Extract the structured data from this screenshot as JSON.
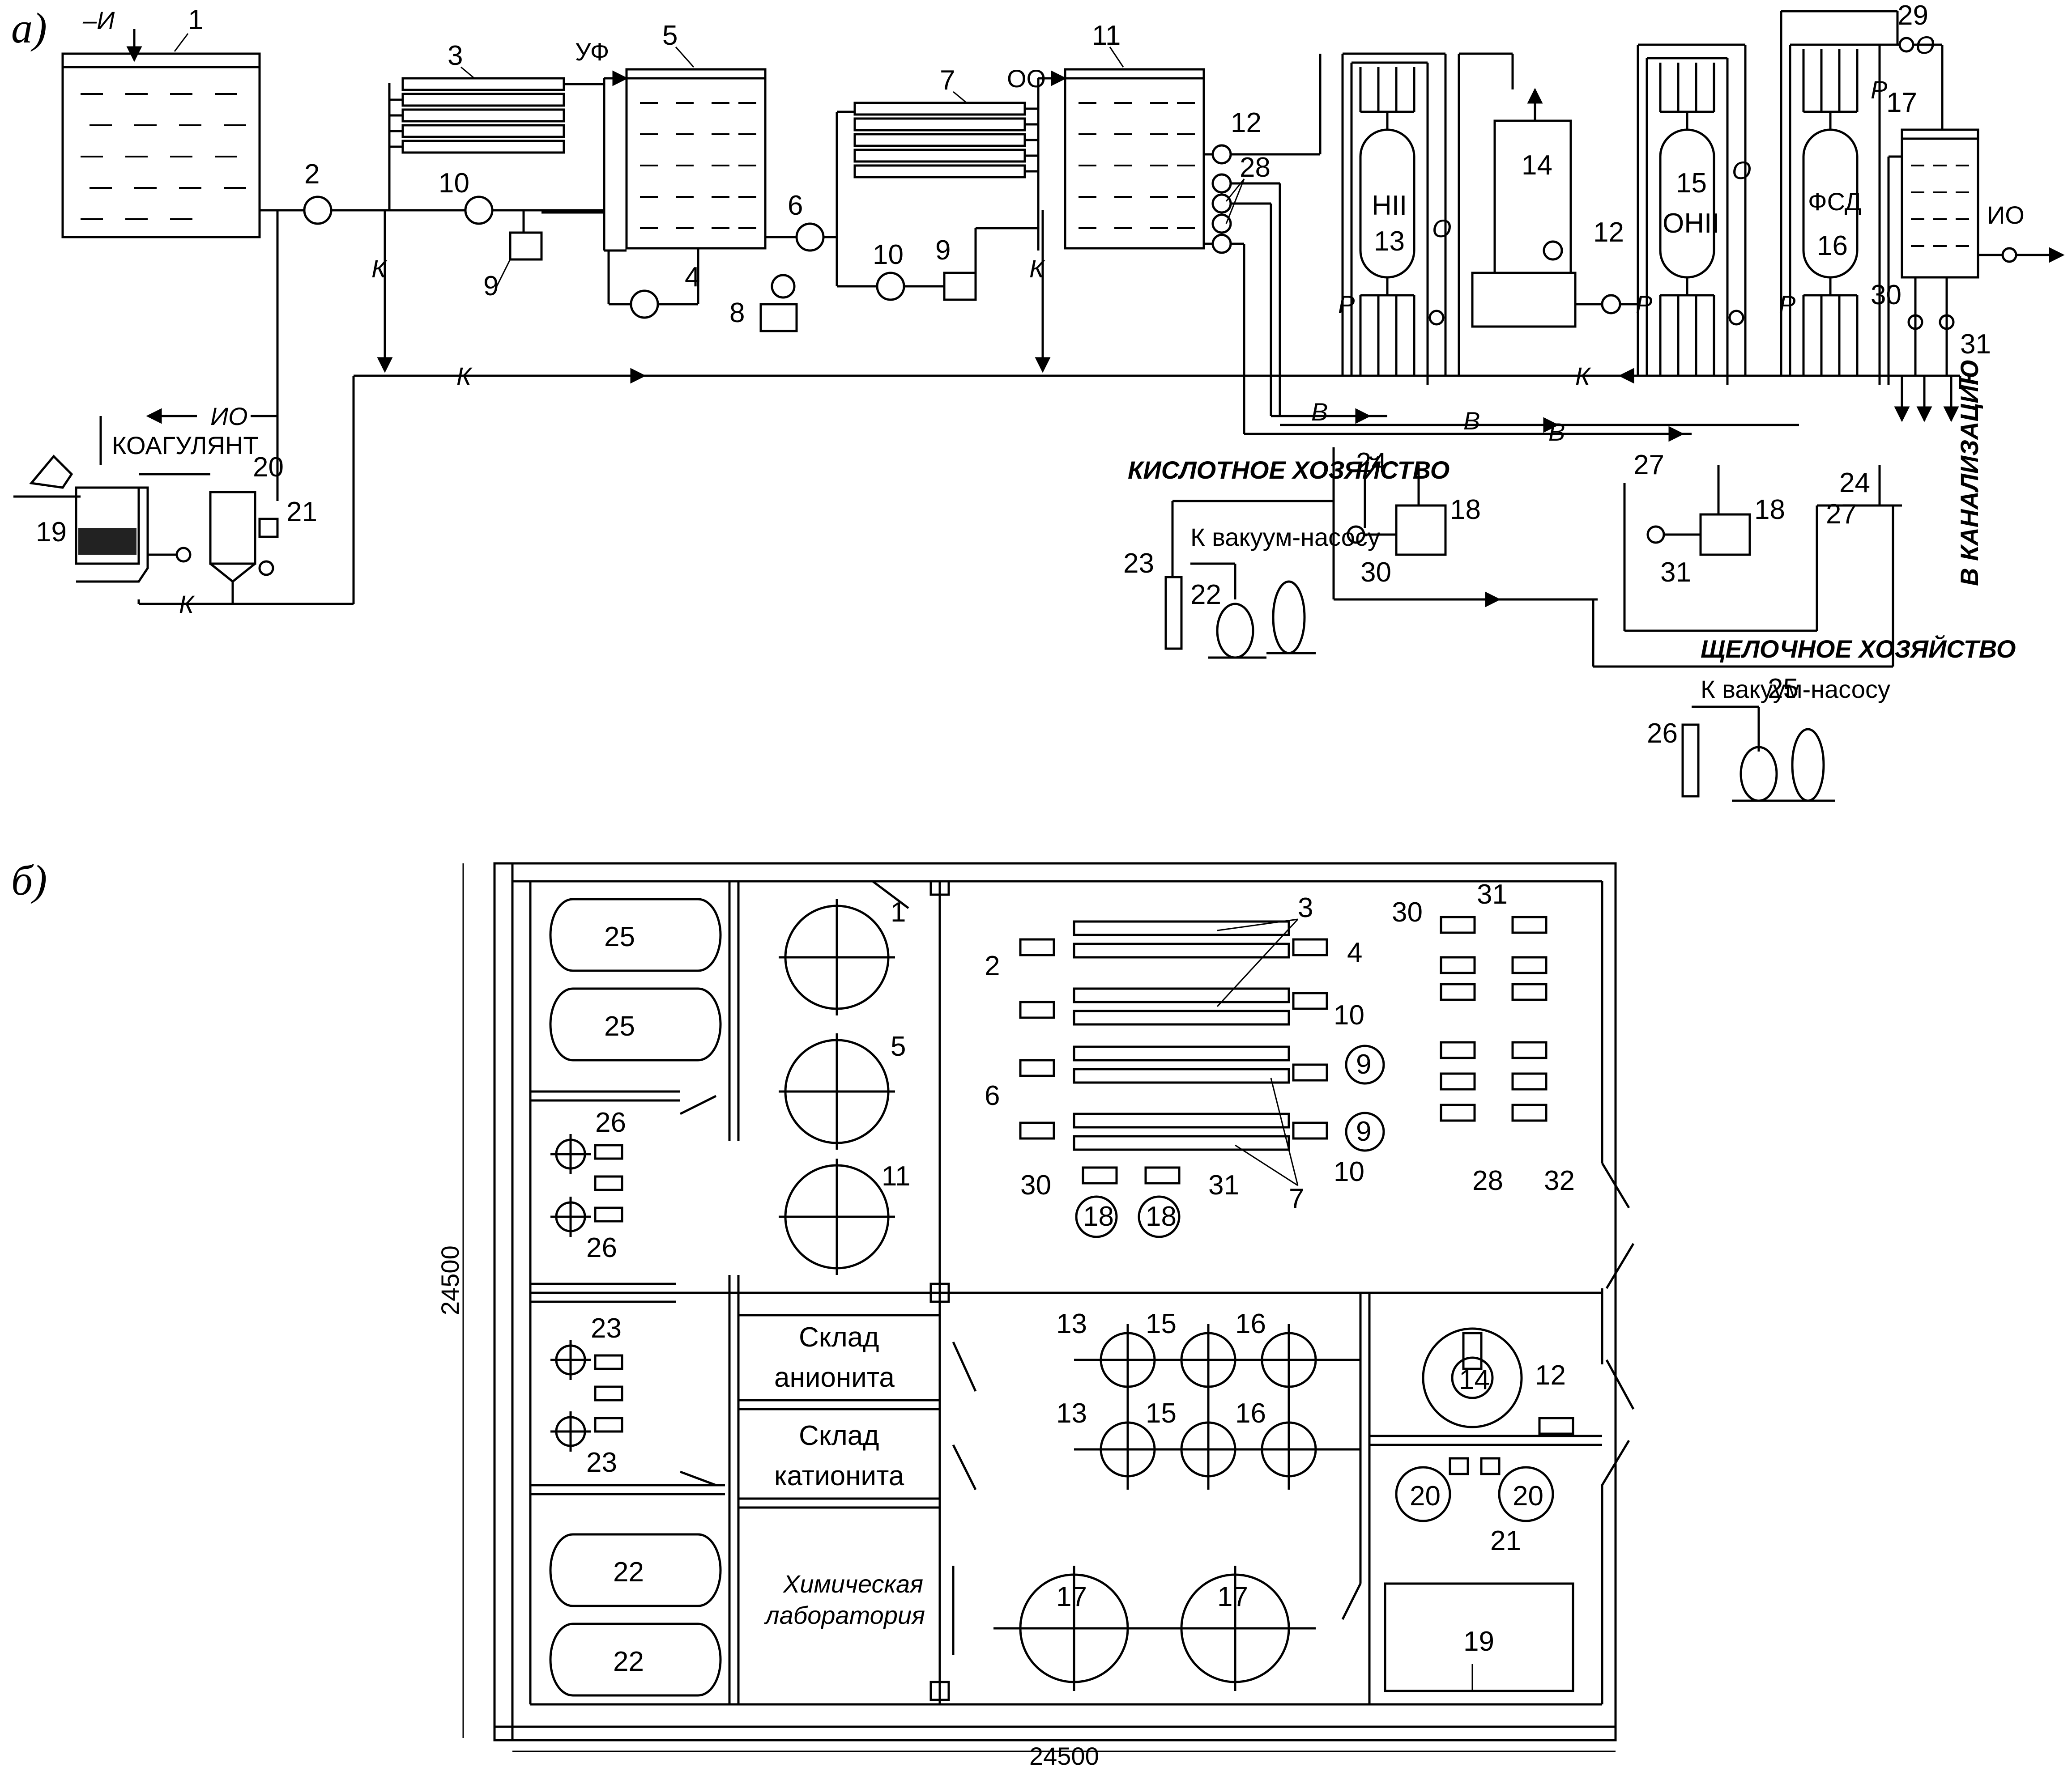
{
  "captions": {
    "a": "а)",
    "b": "б)"
  },
  "scheme": {
    "labels": {
      "source_water": "–И",
      "coagulant": "КОАГУЛЯНТ",
      "io_left": "ИО",
      "io_right": "ИО",
      "uf": "УФ",
      "oo": "ОО",
      "k": "К",
      "v": "В",
      "r": "Р",
      "o": "О",
      "acid_dept": "КИСЛОТНОЕ ХОЗЯЙСТВО",
      "alkali_dept": "ЩЕЛОЧНОЕ ХОЗЯЙСТВО",
      "vacuum": "К вакуум-насосу",
      "sewer": "В КАНАЛИЗАЦИЮ"
    },
    "vessels": {
      "n13": "НII",
      "n13b": "13",
      "n15": "15",
      "n15b": "ОНII",
      "n16": "ФСД",
      "n16b": "16",
      "n14": "14"
    },
    "numbers": [
      "1",
      "2",
      "3",
      "4",
      "5",
      "6",
      "7",
      "8",
      "9",
      "10",
      "11",
      "12",
      "17",
      "18",
      "19",
      "20",
      "21",
      "22",
      "23",
      "24",
      "25",
      "26",
      "27",
      "28",
      "29",
      "30",
      "31"
    ]
  },
  "plan": {
    "dimension_left": "24500",
    "dimension_bottom": "24500",
    "tanks": {
      "t25": "25",
      "t22": "22"
    },
    "rooms": {
      "anionite_1": "Склад",
      "anionite_2": "анионита",
      "cationite_1": "Склад",
      "cationite_2": "катионита",
      "lab_1": "Химическая",
      "lab_2": "лаборатория"
    },
    "items": [
      "1",
      "2",
      "3",
      "4",
      "5",
      "6",
      "7",
      "9",
      "10",
      "11",
      "12",
      "13",
      "14",
      "15",
      "16",
      "17",
      "18",
      "19",
      "20",
      "21",
      "23",
      "26",
      "28",
      "30",
      "31",
      "32"
    ]
  },
  "colors": {
    "ink": "#000000",
    "paper": "#ffffff",
    "filter_fill": "#222222"
  }
}
